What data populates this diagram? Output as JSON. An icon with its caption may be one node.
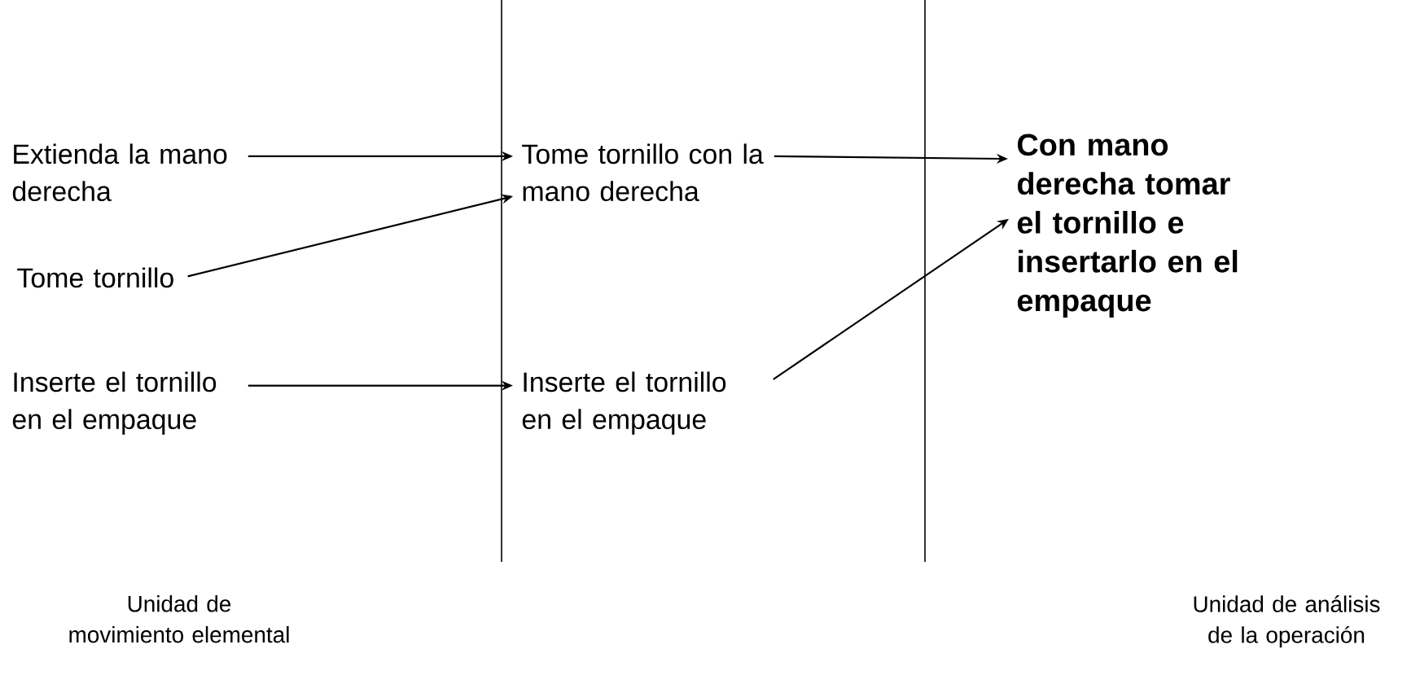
{
  "diagram": {
    "nodes": [
      {
        "text": [
          "Extienda la mano derecha"
        ]
      },
      {
        "text": [
          "Tome tornillo"
        ]
      },
      {
        "text": [
          "Inserte el tornillo en el empaque"
        ]
      },
      {
        "text": [
          "Tome tornillo con la mano derecha"
        ]
      },
      {
        "text": [
          "Inserte el tornillo en el empaque"
        ]
      },
      {
        "text": [
          "Con mano derecha tomar el tornillo e insertarlo en el empaque"
        ]
      }
    ],
    "edges": [
      {
        "from": 0,
        "to": 3,
        "arrow": "to"
      },
      {
        "from": 1,
        "to": 3,
        "arrow": "to"
      },
      {
        "from": 2,
        "to": 4,
        "arrow": "to"
      },
      {
        "from": 3,
        "to": 5,
        "arrow": "to"
      },
      {
        "from": 4,
        "to": 5,
        "arrow": "to"
      }
    ],
    "labels": [
      "Unidad de movimiento elemental",
      "Unidad de análisis de la operación"
    ]
  }
}
